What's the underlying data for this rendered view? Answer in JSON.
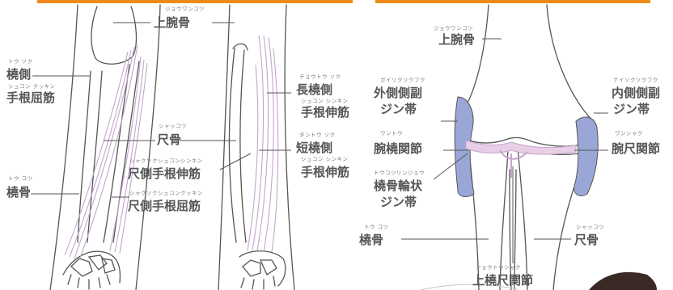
{
  "colors": {
    "accent_bar": "#ee8a1c",
    "outline": "#555555",
    "muscle": "#c3a6cc",
    "cartilage": "#9aa7d6",
    "ligament_fill": "#e8cfe6",
    "text": "#555555"
  },
  "left_panel": {
    "humerus": {
      "ruby": "ジョウワンコツ",
      "label": "上腕骨"
    },
    "radialis_left": {
      "ruby": "トウ ソク",
      "label": "橈側"
    },
    "flexor_radialis": {
      "ruby": "シュコン クッキン",
      "label": "手根屈筋"
    },
    "ulna": {
      "ruby": "シャッコツ",
      "label": "尺骨"
    },
    "extensor_ulnaris": {
      "ruby": "シャクソクシュコンシンキン",
      "label": "尺側手根伸筋"
    },
    "radius": {
      "ruby": "トウ コツ",
      "label": "橈骨"
    },
    "flexor_ulnaris": {
      "ruby": "シャクソクシュコンクッキン",
      "label": "尺側手根屈筋"
    },
    "extensor_longus_1": {
      "ruby": "チョウトウ ソク",
      "label": "長橈側"
    },
    "extensor_longus_2": {
      "ruby": "シュコン シンキン",
      "label": "手根伸筋"
    },
    "extensor_brevis_1": {
      "ruby": "タントウ ソク",
      "label": "短橈側"
    },
    "extensor_brevis_2": {
      "ruby": "シュコン シンキン",
      "label": "手根伸筋"
    }
  },
  "right_panel": {
    "humerus": {
      "ruby": "ジョウワンコツ",
      "label": "上腕骨"
    },
    "lateral_ligament": {
      "ruby": "ガイソクソクフク",
      "label_1": "外側側副",
      "label_2": "ジン帯"
    },
    "medial_ligament": {
      "ruby": "ナイソクソクフク",
      "label_1": "内側側副",
      "label_2": "ジン帯"
    },
    "humeroradial": {
      "ruby": "ワントウ",
      "label": "腕橈関節"
    },
    "humeroulnar": {
      "ruby": "ワンシャク",
      "label": "腕尺関節"
    },
    "annular_ligament": {
      "ruby": "トウコツリンジョウ",
      "label_1": "橈骨輪状",
      "label_2": "ジン帯"
    },
    "radius": {
      "ruby": "トウ コツ",
      "label": "橈骨"
    },
    "ulna": {
      "ruby": "シャッコツ",
      "label": "尺骨"
    },
    "proximal_radioulnar": {
      "ruby": "ジョウトウシャク",
      "label": "上橈尺関節"
    }
  }
}
